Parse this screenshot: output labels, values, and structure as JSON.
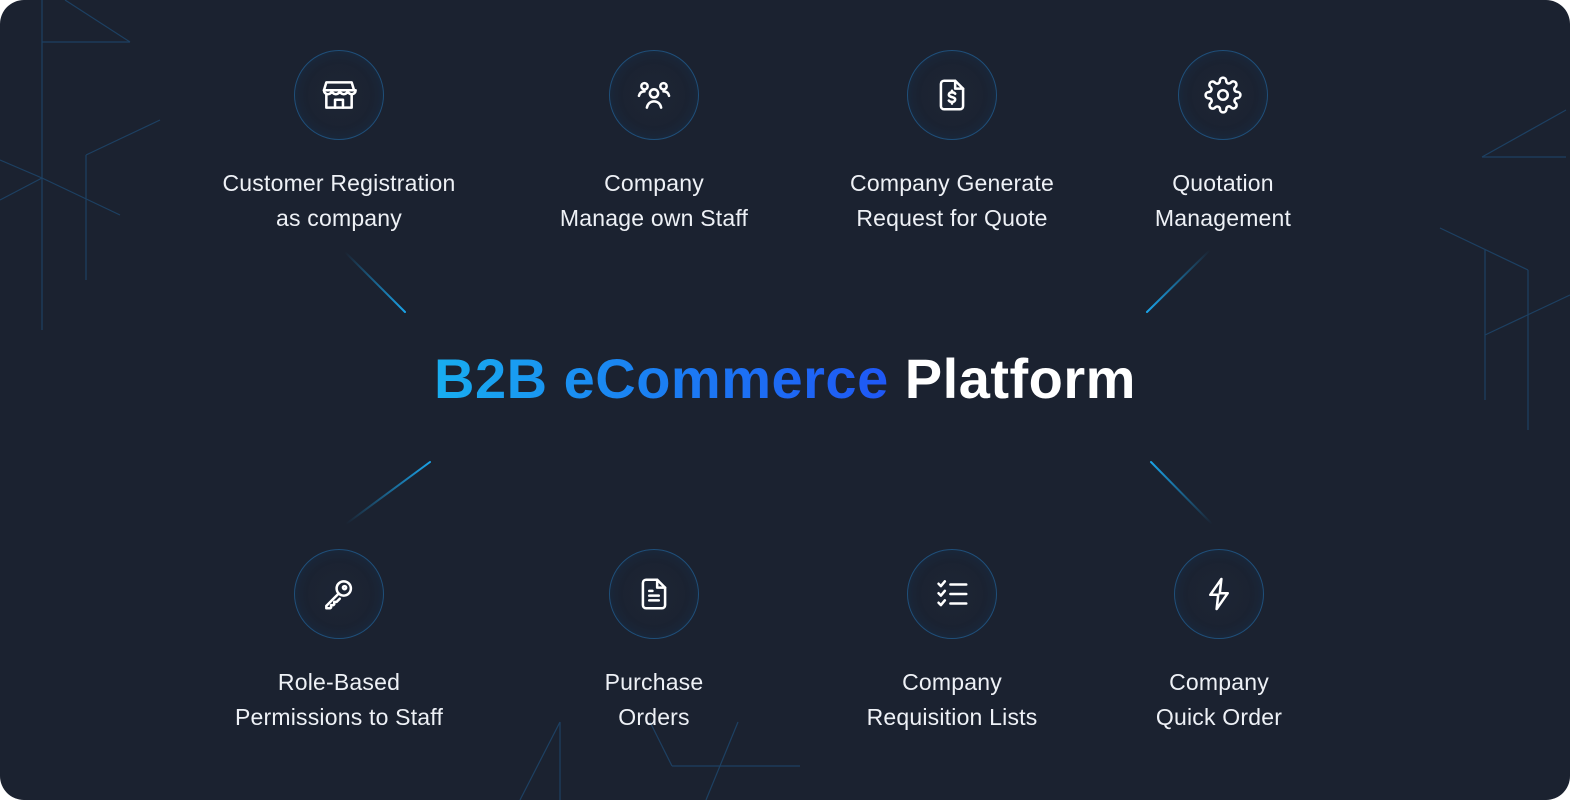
{
  "title": {
    "highlight": "B2B eCommerce",
    "rest": "Platform"
  },
  "colors": {
    "background": "#1b2230",
    "accent_start": "#18aef0",
    "accent_end": "#1f57f5",
    "connector": "#1aa3e8"
  },
  "features_top": [
    {
      "icon": "storefront-icon",
      "line1": "Customer Registration",
      "line2": "as company"
    },
    {
      "icon": "users-icon",
      "line1": "Company",
      "line2": "Manage own Staff"
    },
    {
      "icon": "dollar-document-icon",
      "line1": "Company Generate",
      "line2": "Request for Quote"
    },
    {
      "icon": "gear-icon",
      "line1": "Quotation",
      "line2": "Management"
    }
  ],
  "features_bottom": [
    {
      "icon": "key-icon",
      "line1": "Role-Based",
      "line2": "Permissions to Staff"
    },
    {
      "icon": "document-icon",
      "line1": "Purchase",
      "line2": "Orders"
    },
    {
      "icon": "checklist-icon",
      "line1": "Company",
      "line2": "Requisition Lists"
    },
    {
      "icon": "lightning-icon",
      "line1": "Company",
      "line2": "Quick Order"
    }
  ]
}
